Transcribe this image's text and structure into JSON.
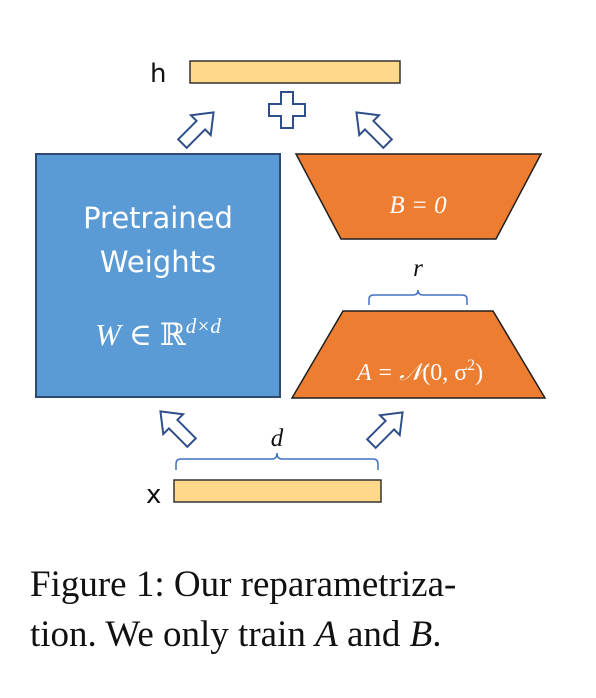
{
  "diagram": {
    "labels": {
      "output": "h",
      "input": "x",
      "dim_d": "d",
      "rank_r": "r"
    },
    "pretrained_block": {
      "line1": "Pretrained",
      "line2": "Weights",
      "formula_var": "W",
      "formula_in": "∈",
      "formula_set": "ℝ",
      "formula_exp": "d×d"
    },
    "matrix_b": {
      "formula": "B = 0"
    },
    "matrix_a": {
      "formula_prefix": "A = ",
      "formula_dist": "𝒩",
      "formula_args": "(0, σ",
      "formula_sup": "2",
      "formula_close": ")"
    },
    "colors": {
      "pretrained_fill": "#5b9bd5",
      "pretrained_stroke": "#2e4a72",
      "lora_fill": "#ed7d31",
      "lora_stroke": "#1f1f1f",
      "vector_fill": "#ffd88a",
      "brace_color": "#4472c4",
      "arrow_stroke": "#2f4f8a"
    }
  },
  "caption": {
    "prefix": "Figure 1: Our reparametriza-",
    "line2_start": "tion. We only train ",
    "var_a": "A",
    "and_word": " and ",
    "var_b": "B",
    "period": "."
  }
}
